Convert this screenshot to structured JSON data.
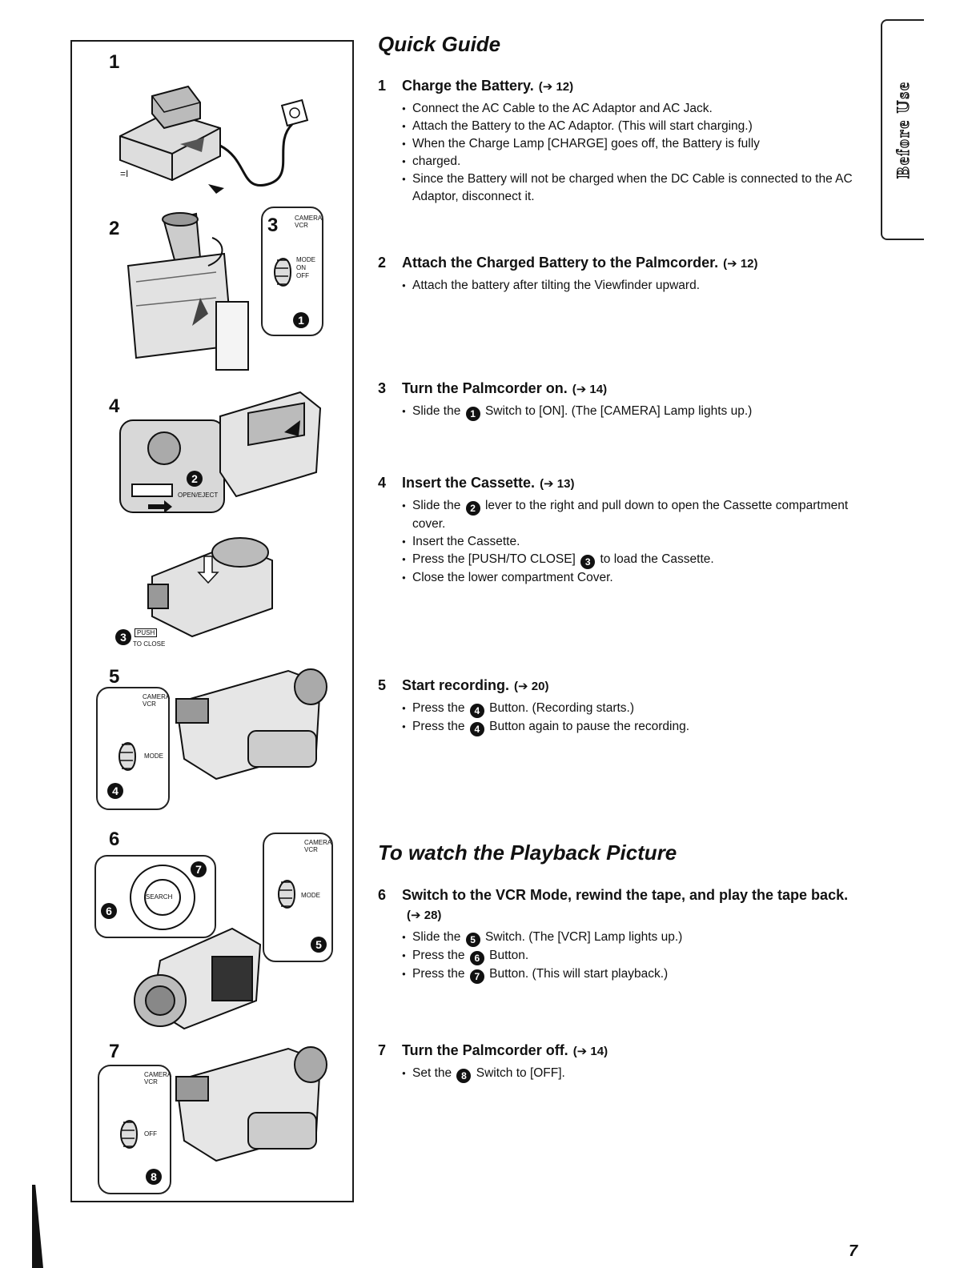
{
  "quick_guide": {
    "title": "Quick Guide",
    "steps": [
      {
        "num": "1",
        "heading": "Charge the Battery.",
        "ref": "(➔ 12)",
        "bullets": [
          "Connect the AC Cable to the AC Adaptor and AC Jack.",
          "Attach the Battery to the AC Adaptor. (This will start charging.)",
          "When the Charge Lamp [CHARGE] goes off, the Battery is fully",
          "charged.",
          "Since the Battery will not be charged when the DC Cable is connected to the AC Adaptor, disconnect it."
        ]
      },
      {
        "num": "2",
        "heading": "Attach the Charged Battery to the Palmcorder.",
        "ref": "(➔ 12)",
        "bullets": [
          "Attach the battery after tilting the Viewfinder upward."
        ]
      },
      {
        "num": "3",
        "heading": "Turn the Palmcorder on.",
        "ref": "(➔ 14)",
        "bullets_rich": {
          "pre": "Slide the",
          "mark": "1",
          "post": "Switch to [ON]. (The [CAMERA] Lamp lights up.)"
        }
      },
      {
        "num": "4",
        "heading": "Insert the Cassette.",
        "ref": "(➔ 13)",
        "b1_pre": "Slide the",
        "b1_mark": "2",
        "b1_post": "lever to the right and pull down to open the Cassette compartment cover.",
        "b2": "Insert the Cassette.",
        "b3_pre": "Press the [PUSH/TO CLOSE]",
        "b3_mark": "3",
        "b3_post": "to load the Cassette.",
        "b4": "Close the lower compartment Cover."
      },
      {
        "num": "5",
        "heading": "Start recording.",
        "ref": "(➔ 20)",
        "b1_pre": "Press the",
        "b1_mark": "4",
        "b1_post": "Button. (Recording starts.)",
        "b2_pre": "Press the",
        "b2_mark": "4",
        "b2_post": "Button again to pause the recording."
      }
    ]
  },
  "playback": {
    "title": "To watch the Playback Picture",
    "steps": [
      {
        "num": "6",
        "heading": "Switch to the VCR Mode, rewind the tape, and play the tape back.",
        "ref": "(➔ 28)",
        "b1_pre": "Slide the",
        "b1_mark": "5",
        "b1_post": "Switch. (The [VCR] Lamp lights up.)",
        "b2_pre": "Press the",
        "b2_mark": "6",
        "b2_post": "Button.",
        "b3_pre": "Press the",
        "b3_mark": "7",
        "b3_post": "Button. (This will start playback.)"
      },
      {
        "num": "7",
        "heading": "Turn the Palmcorder off.",
        "ref": "(➔ 14)",
        "b1_pre": "Set the",
        "b1_mark": "8",
        "b1_post": "Switch to [OFF]."
      }
    ]
  },
  "illustrations": {
    "labels": [
      "1",
      "2",
      "3",
      "4",
      "5",
      "6",
      "7"
    ],
    "markers": [
      "1",
      "2",
      "3",
      "4",
      "5",
      "6",
      "7",
      "8"
    ],
    "push_label": "PUSH",
    "to_close_label": "TO CLOSE",
    "open_eject_label": "OPEN/EJECT",
    "mode_label": "MODE",
    "on_label": "ON",
    "off_label": "OFF",
    "camera_label": "CAMERA",
    "vcr_label": "VCR",
    "search_label": "SEARCH",
    "plug_label": "=I"
  },
  "side_tab": {
    "text": "Before Use"
  },
  "page_number": "7"
}
